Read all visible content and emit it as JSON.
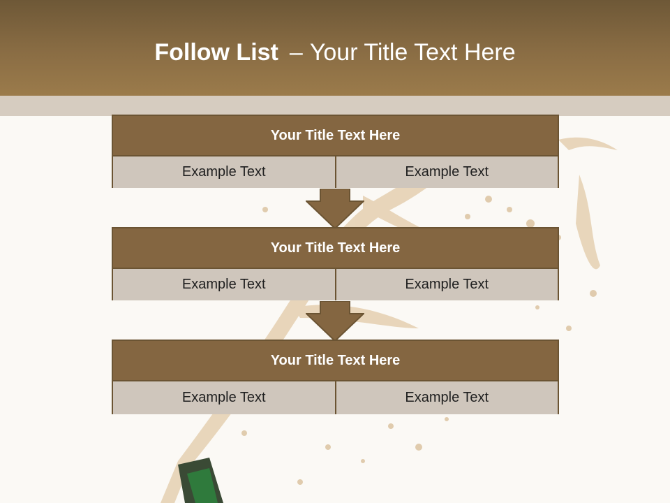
{
  "slide": {
    "title_bold": "Follow List",
    "title_sep": "–",
    "title_rest": "Your Title Text Here"
  },
  "steps": [
    {
      "title": "Your Title Text Here",
      "left": "Example Text",
      "right": "Example Text"
    },
    {
      "title": "Your Title Text Here",
      "left": "Example Text",
      "right": "Example Text"
    },
    {
      "title": "Your Title Text Here",
      "left": "Example Text",
      "right": "Example Text"
    }
  ],
  "colors": {
    "header": "#8a6d44",
    "box_head": "#846641",
    "box_body": "#cfc6bc",
    "border": "#6b5433",
    "arrow": "#846641"
  },
  "icons": [
    "down-arrow-icon",
    "champagne-splash-image"
  ]
}
